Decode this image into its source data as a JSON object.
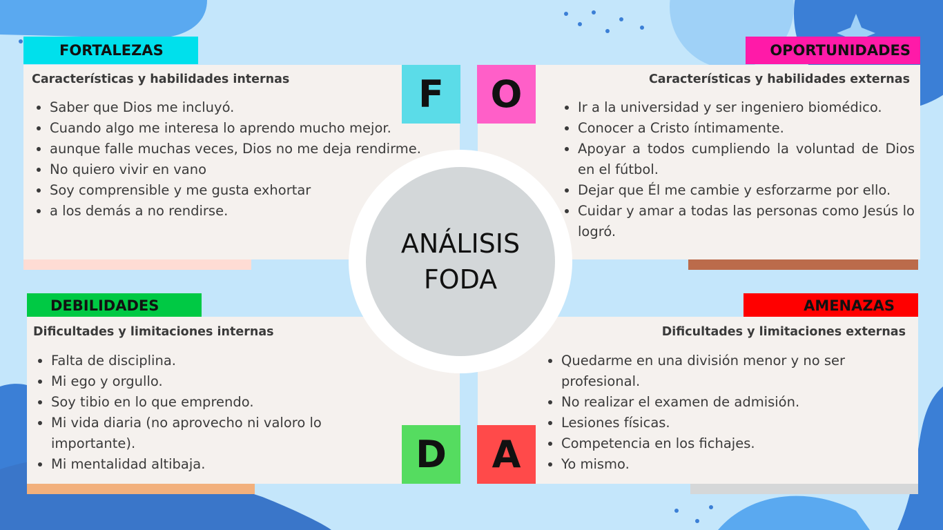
{
  "center": {
    "title": "ANÁLISIS\nFODA"
  },
  "fortalezas": {
    "label": "FORTALEZAS",
    "letter": "F",
    "subtitle": "Características y habilidades internas",
    "items": [
      "Saber que Dios me incluyó.",
      " Cuando algo me interesa lo aprendo mucho mejor.",
      "aunque falle muchas veces, Dios no me deja rendirme.",
      "No quiero vivir en vano",
      "Soy comprensible y me gusta exhortar",
      "a los demás a no rendirse."
    ]
  },
  "oportunidades": {
    "label": "OPORTUNIDADES",
    "letter": "O",
    "subtitle": "Características y habilidades externas",
    "items": [
      "Ir a la universidad y ser ingeniero biomédico.",
      "Conocer a Cristo íntimamente.",
      "Apoyar a todos cumpliendo la voluntad de Dios en el fútbol.",
      "Dejar que Él me cambie y esforzarme por ello.",
      "Cuidar y amar a todas las personas como Jesús lo logró."
    ]
  },
  "debilidades": {
    "label": "DEBILIDADES",
    "letter": "D",
    "subtitle": "Dificultades y limitaciones internas",
    "items": [
      "Falta de disciplina.",
      "Mi ego y orgullo.",
      "Soy tibio en lo que emprendo.",
      "Mi vida diaria (no aprovecho ni valoro lo importante).",
      " Mi mentalidad altibaja."
    ]
  },
  "amenazas": {
    "label": "AMENAZAS",
    "letter": "A",
    "subtitle": "Dificultades y limitaciones externas",
    "items": [
      "Quedarme en una división menor y no ser profesional.",
      "No realizar el examen de admisión.",
      "Lesiones físicas.",
      "Competencia en los fichajes.",
      "Yo mismo."
    ]
  },
  "colors": {
    "background": "#c4e6fb",
    "fortalezas": "#00e0ec",
    "oportunidades": "#ff1aa8",
    "debilidades": "#00c944",
    "amenazas": "#ff0000",
    "letter_f": "#5bdce8",
    "letter_o": "#ff5fc8",
    "letter_d": "#55dc60",
    "letter_a": "#ff4a4a"
  }
}
